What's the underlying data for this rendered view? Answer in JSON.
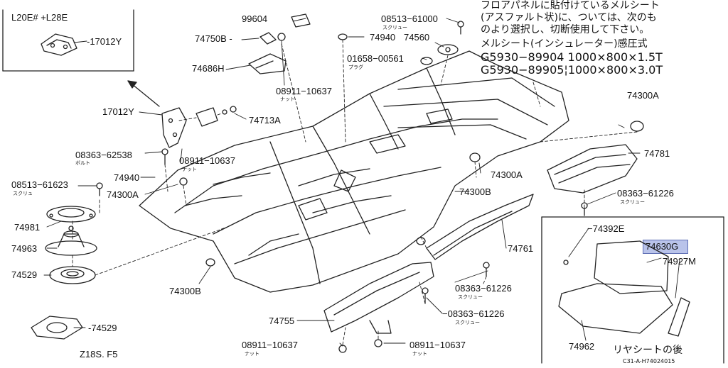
{
  "variant_label": "L20E# +L28E",
  "model_label": "Z18S. F5",
  "note": {
    "line1": "フロアパネルに貼付けているメルシート",
    "line2": "(アスファルト状)に、ついては、次のも",
    "line3": "のより選択し、切断使用して下さい。",
    "line4": "メルシート(インシュレーター)感圧式",
    "line5": "G5930−89904 1000×800×1.5T",
    "line6": "G5930−89905¦1000×800×3.0T"
  },
  "inset_caption": "リヤシートの後",
  "diagram_code": "C31-A-H74024015",
  "labels": {
    "p17012y_inset": "-17012Y",
    "p99604": "99604",
    "p74750b": "74750B -",
    "p74686h": "74686H",
    "p08911_10637_a": "08911−10637",
    "p08513_61000": "08513−61000",
    "p74940_a": "74940",
    "p74560": "74560",
    "p01658_00561": "01658−00561",
    "p17012y": "17012Y",
    "p74713a": "74713A",
    "p08363_62538": "08363−62538",
    "p08911_10637_b": "08911−10637",
    "p74940_b": "74940",
    "p08513_61623": "08513−61623",
    "p74300a_a": "74300A",
    "p74300a_b": "74300A",
    "p74300a_c": "74300A",
    "p74981": "74981",
    "p74963": "74963",
    "p74529_a": "74529",
    "p74529_b": "-74529",
    "p74300b_a": "74300B",
    "p74300b_b": "74300B",
    "p74781": "74781",
    "p08363_61226_a": "08363−61226",
    "p74392e": "−74392E",
    "p74630g": "74630G",
    "p74927m": "74927M",
    "p74761": "74761",
    "p08363_61226_b": "08363−61226",
    "p08363_61226_c": "−08363−61226",
    "p74755": "74755",
    "p08911_10637_c": "08911−10637",
    "p08911_10637_d": "08911−10637",
    "p74962": "74962"
  },
  "sublabels": {
    "screw1": "スクリュー",
    "nut1": "ナット",
    "plug": "プラグ",
    "bolt": "ボルト",
    "nut2": "ナット",
    "screw2": "スクリュ",
    "screw3": "スクリュー",
    "screw4": "スクリュー",
    "screw5": "スクリュー",
    "nut3": "ナット",
    "nut4": "ナット"
  }
}
